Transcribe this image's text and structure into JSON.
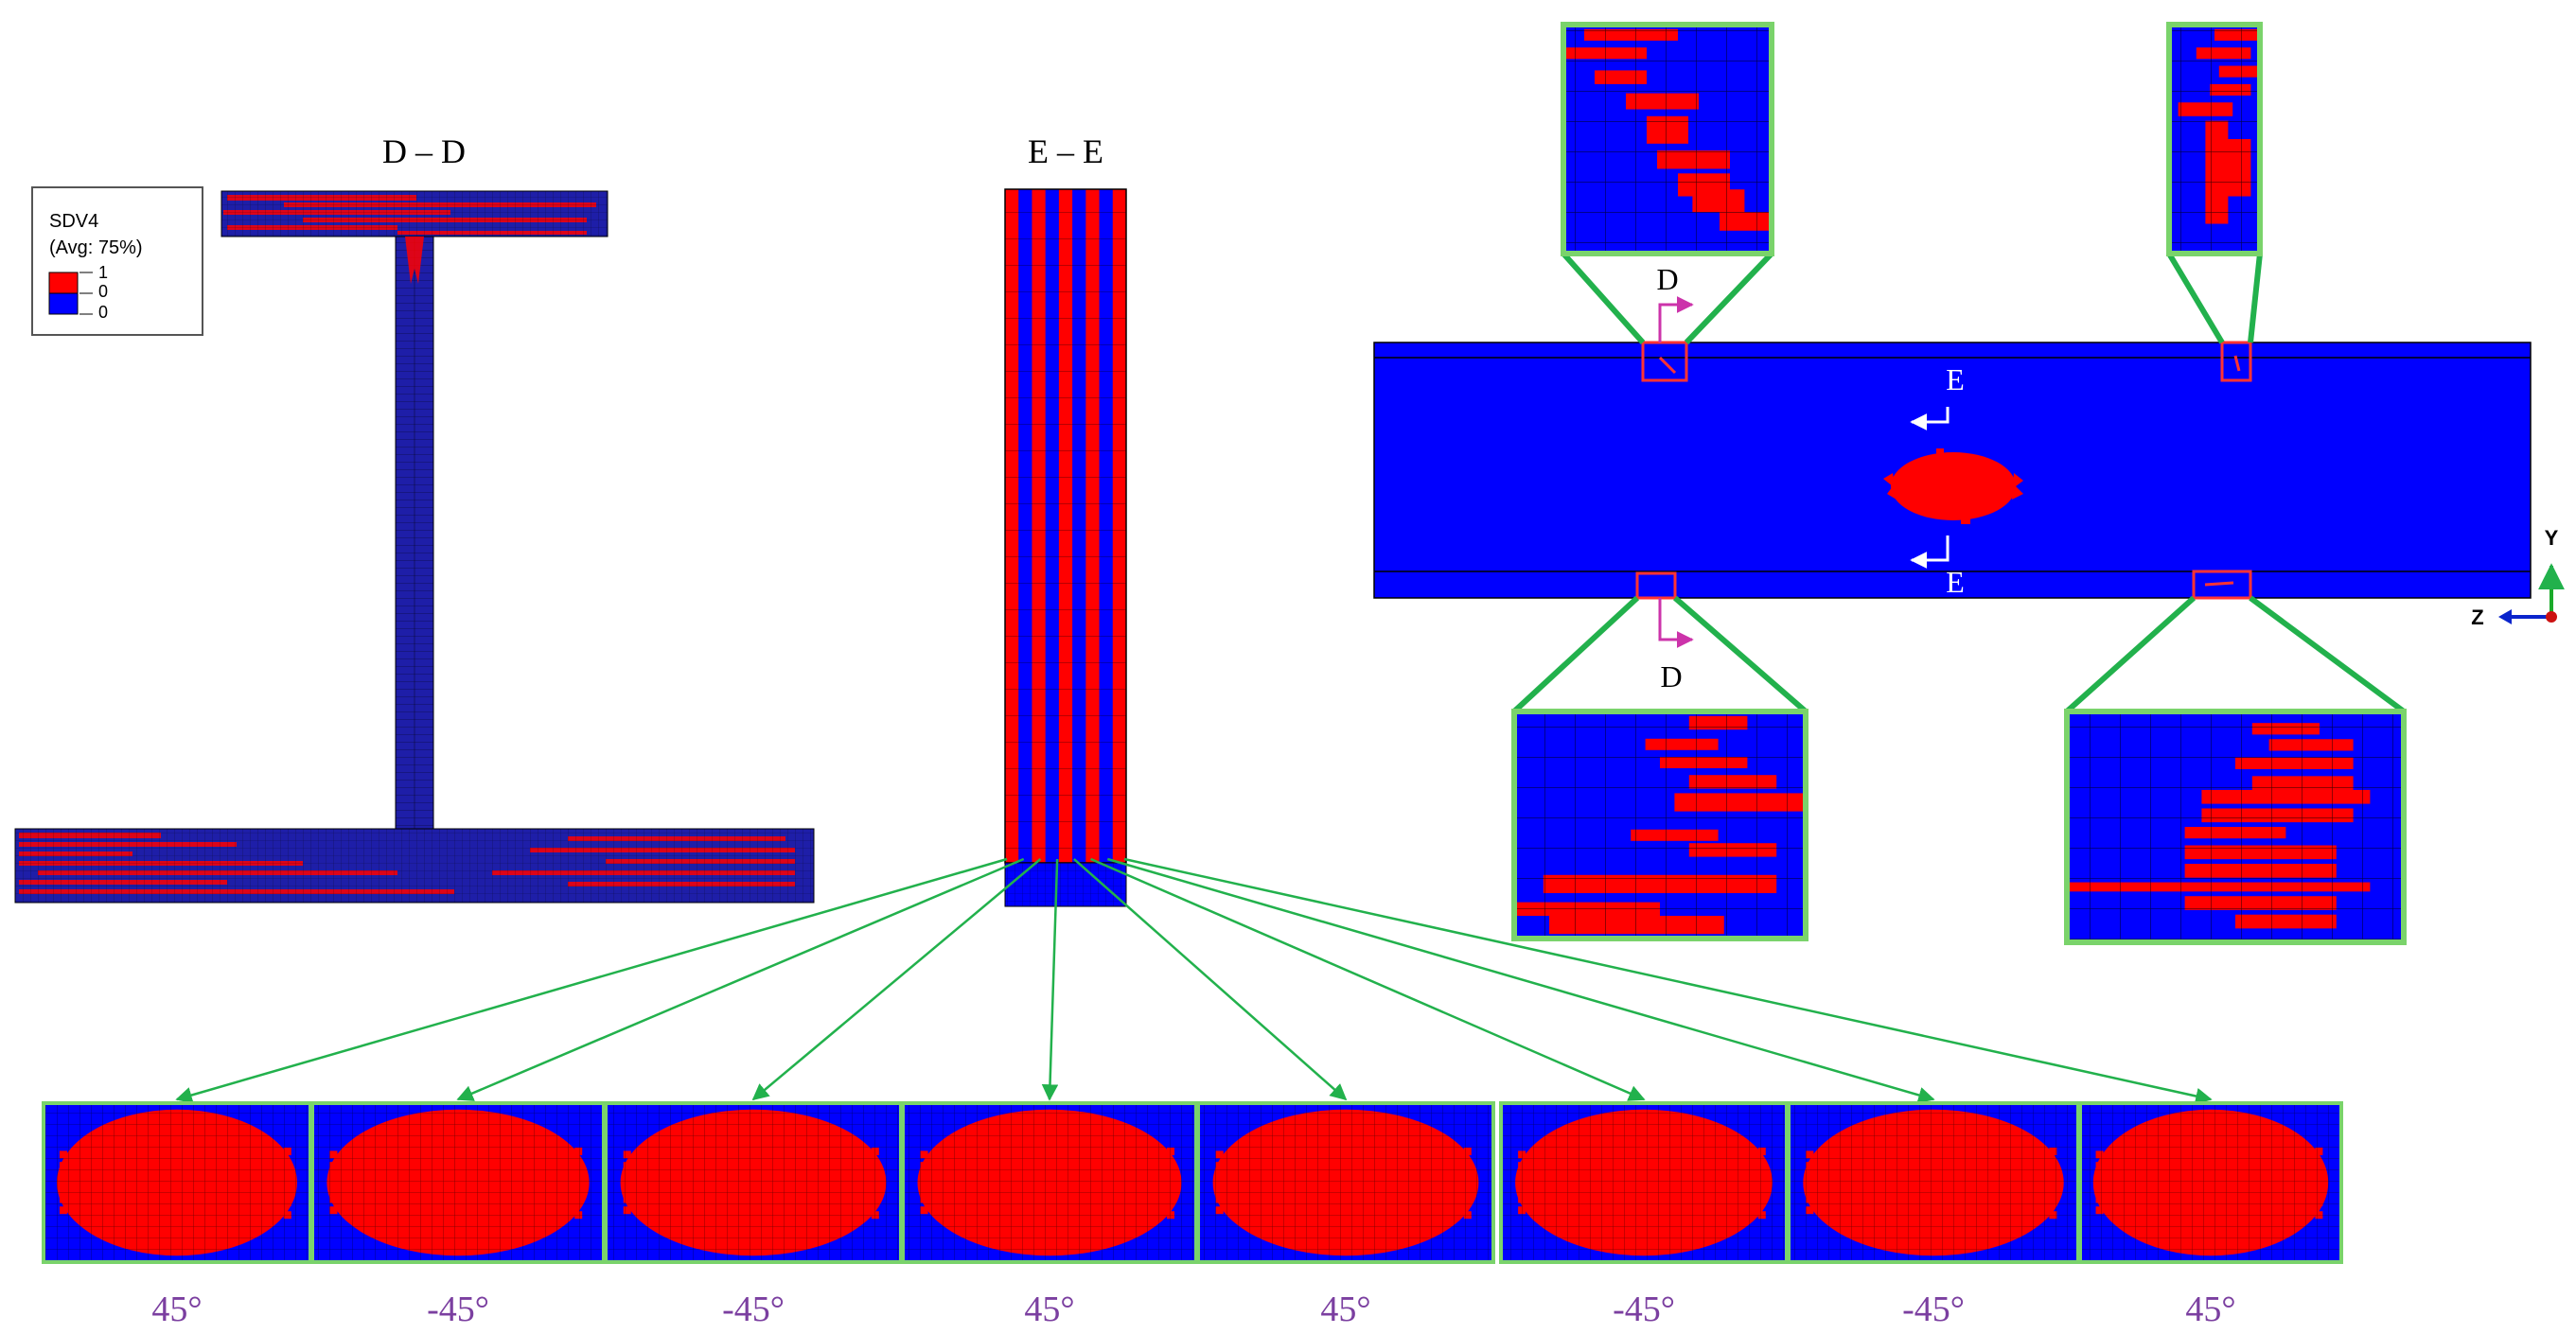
{
  "legend": {
    "title": "SDV4",
    "subtitle": "(Avg: 75%)",
    "entries": [
      {
        "label": "1",
        "color": "#ff0000"
      },
      {
        "label": "0",
        "color": "#ff0000"
      },
      {
        "label": "0",
        "color": "#0000ff"
      }
    ]
  },
  "sections": {
    "dd_title": "D – D",
    "ee_title": "E – E",
    "marker_d": "D",
    "marker_e": "E"
  },
  "axes": {
    "y": "Y",
    "z": "Z"
  },
  "ply_angles": [
    "45°",
    "-45°",
    "-45°",
    "45°",
    "45°",
    "-45°",
    "-45°",
    "45°"
  ],
  "colors": {
    "damaged": "#ff0000",
    "intact": "#0000ff",
    "ibeam_intact": "#1e1ea8",
    "callout_frame": "#7ad36b",
    "callout_line": "#22b14c",
    "zone_box": "#ff3333",
    "section_arrow": "#cc33aa",
    "angle_text": "#7b3fa0"
  }
}
